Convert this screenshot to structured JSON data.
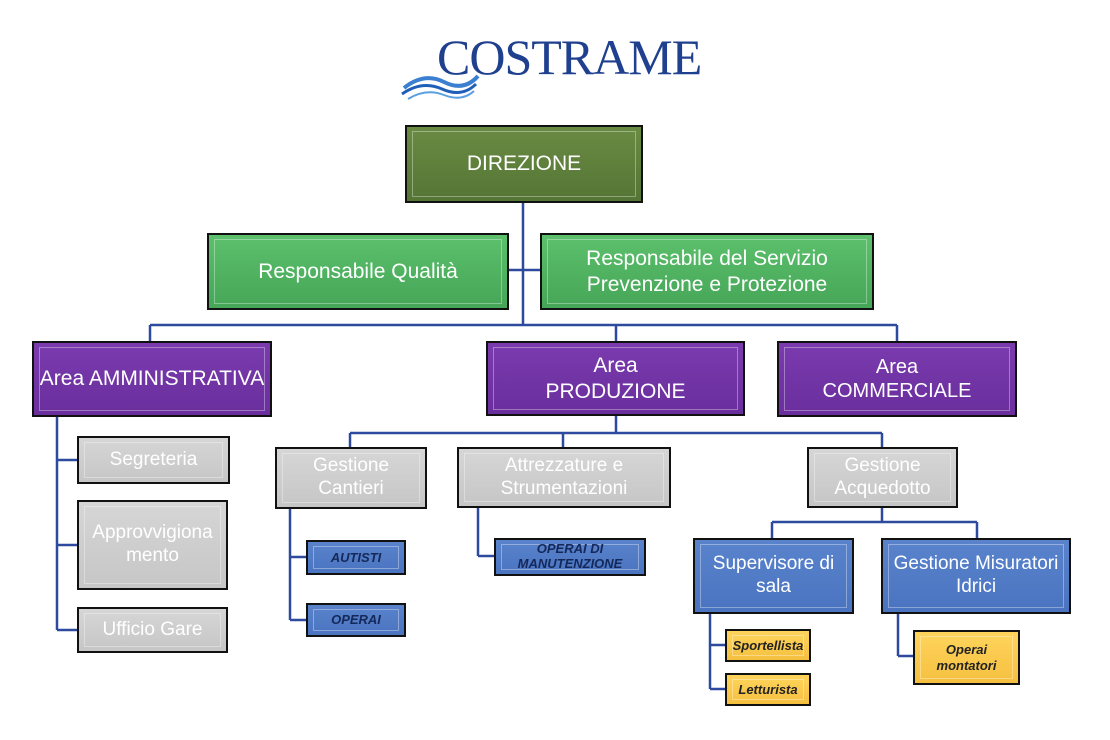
{
  "logo": {
    "text": "COSTRAME"
  },
  "top": {
    "direzione": "DIREZIONE"
  },
  "staff": {
    "qualita": "Responsabile Qualità",
    "rspp": "Responsabile del Servizio Prevenzione e Protezione"
  },
  "areas": {
    "amministrativa": "Area AMMINISTRATIVA",
    "produzione": "Area PRODUZIONE",
    "commerciale": "Area COMMERCIALE"
  },
  "amministrativa_units": {
    "segreteria": "Segreteria",
    "approvvigionamento": "Approvvigiona mento",
    "ufficio_gare": "Ufficio Gare"
  },
  "produzione_units": {
    "gestione_cantieri": "Gestione Cantieri",
    "attrezzature": "Attrezzature e Strumentazioni",
    "gestione_acquedotto": "Gestione Acquedotto"
  },
  "cantieri_staff": {
    "autisti": "AUTISTI",
    "operai": "OPERAI"
  },
  "attrezzature_staff": {
    "operai_manutenzione": "OPERAI DI MANUTENZIONE"
  },
  "acquedotto_units": {
    "supervisore": "Supervisore di sala",
    "misuratori": "Gestione Misuratori Idrici"
  },
  "supervisore_staff": {
    "sportellista": "Sportellista",
    "letturista": "Letturista"
  },
  "misuratori_staff": {
    "operai_montatori": "Operai montatori"
  },
  "colors": {
    "connector": "#2e4a9e",
    "direzione": "#5f8040",
    "staff_green": "#4cb05e",
    "area_purple": "#6e31a1",
    "unit_grey": "#cccccc",
    "team_blue": "#5079c4",
    "worker_yellow": "#f7c84a",
    "logo_blue": "#1f3f8f"
  }
}
